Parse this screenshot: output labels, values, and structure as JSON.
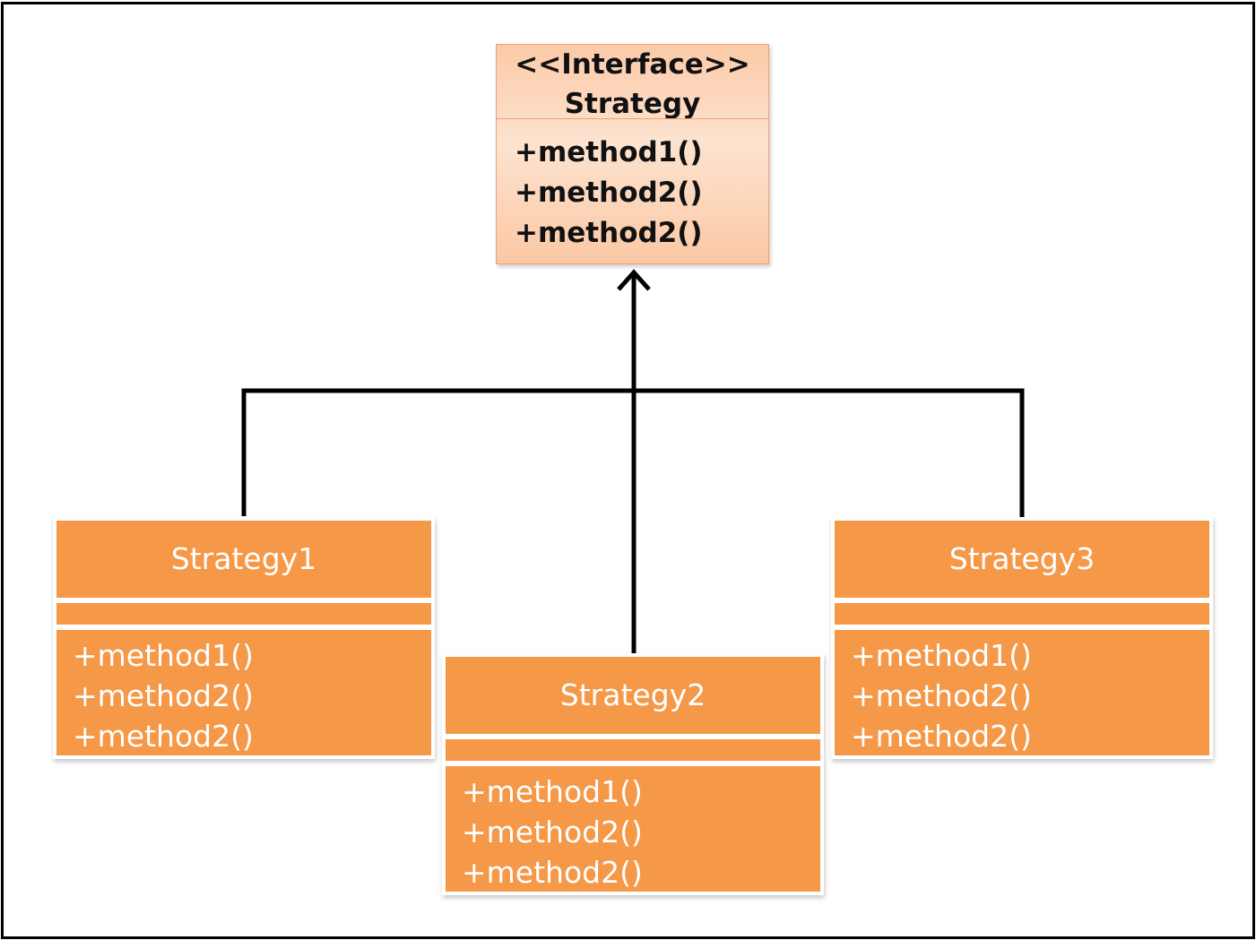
{
  "interface": {
    "stereotype": "<<Interface>>",
    "name": "Strategy",
    "methods": [
      "+method1()",
      "+method2()",
      "+method2()"
    ]
  },
  "classes": [
    {
      "name": "Strategy1",
      "methods": [
        "+method1()",
        "+method2()",
        "+method2()"
      ]
    },
    {
      "name": "Strategy2",
      "methods": [
        "+method1()",
        "+method2()",
        "+method2()"
      ]
    },
    {
      "name": "Strategy3",
      "methods": [
        "+method1()",
        "+method2()",
        "+method2()"
      ]
    }
  ],
  "colors": {
    "class_fill": "#f59848",
    "interface_fill": "#fbcaa8",
    "border": "#000000"
  }
}
